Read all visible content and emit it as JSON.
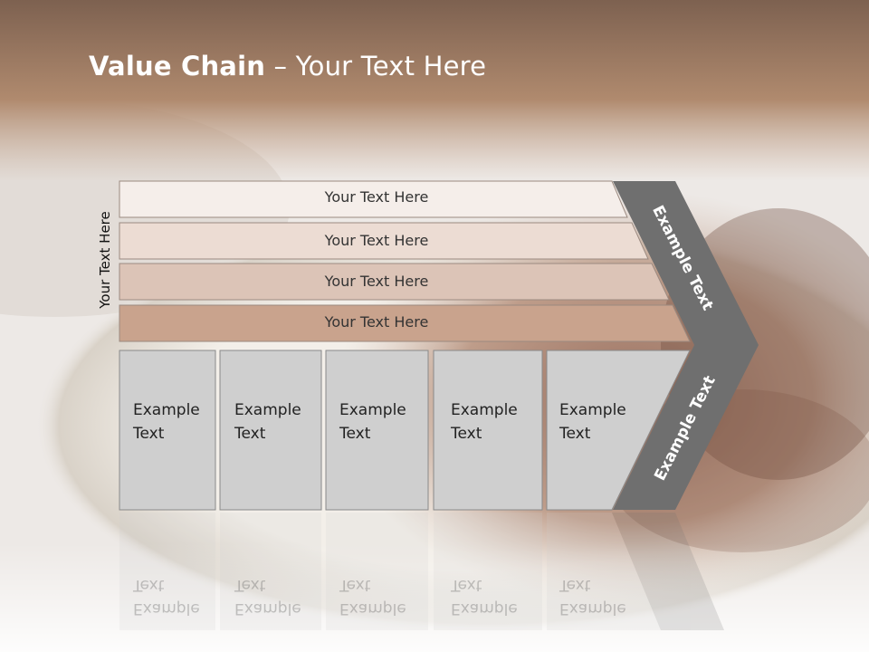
{
  "slide": {
    "title_bold": "Value Chain",
    "title_rest": " – Your Text Here",
    "side_label": "Your Text Here"
  },
  "rows": [
    {
      "label": "Your Text Here",
      "color": "#f5eeea"
    },
    {
      "label": "Your Text Here",
      "color": "#ecdcd3"
    },
    {
      "label": "Your Text Here",
      "color": "#dcc4b7"
    },
    {
      "label": "Your Text Here",
      "color": "#c9a38d"
    }
  ],
  "boxes": [
    {
      "line1": "Example",
      "line2": "Text"
    },
    {
      "line1": "Example",
      "line2": "Text"
    },
    {
      "line1": "Example",
      "line2": "Text"
    },
    {
      "line1": "Example",
      "line2": "Text"
    },
    {
      "line1": "Example",
      "line2": "Text"
    }
  ],
  "chevron": {
    "upper_label": "Example Text",
    "lower_label": "Example Text",
    "color": "#6f6f6f"
  },
  "colors": {
    "header_band": "#a27a60",
    "box_fill": "#cfcfcf"
  }
}
